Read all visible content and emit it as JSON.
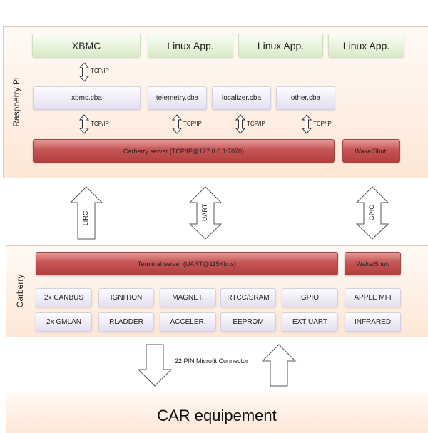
{
  "raspberry": {
    "label": "Raspberry Pi",
    "apps": [
      "XBMC",
      "Linux App.",
      "Linux App.",
      "Linux App."
    ],
    "cba": [
      "xbmc.cba",
      "telemetry.cba",
      "localizer.cba",
      "other.cba"
    ],
    "tcp_label": "TCP/IP",
    "server": "Carberry server (TCP/IP@127.0.0.1:7070)",
    "wake": "Wake/Shut."
  },
  "links": {
    "lirc": "LIRC",
    "uart": "UART",
    "gpio": "GPIO"
  },
  "carberry": {
    "label": "Carberry",
    "server": "Terminal server (UART@115Kbps)",
    "wake": "Wake/Shut.",
    "modules_row1": [
      "2x CANBUS",
      "IGNITION",
      "MAGNET.",
      "RTCC/SRAM",
      "GPIO",
      "APPLE MFI"
    ],
    "modules_row2": [
      "2x GMLAN",
      "RLADDER",
      "ACCELER.",
      "EEPROM",
      "EXT UART",
      "INFRARED"
    ]
  },
  "connector": "22 PIN Microfit Connector",
  "car": "CAR equipement",
  "colors": {
    "panel": "#fde7d6",
    "app_green": "#d8eac6",
    "module_lavender": "#e4dff0",
    "server_red": "#c65555"
  }
}
